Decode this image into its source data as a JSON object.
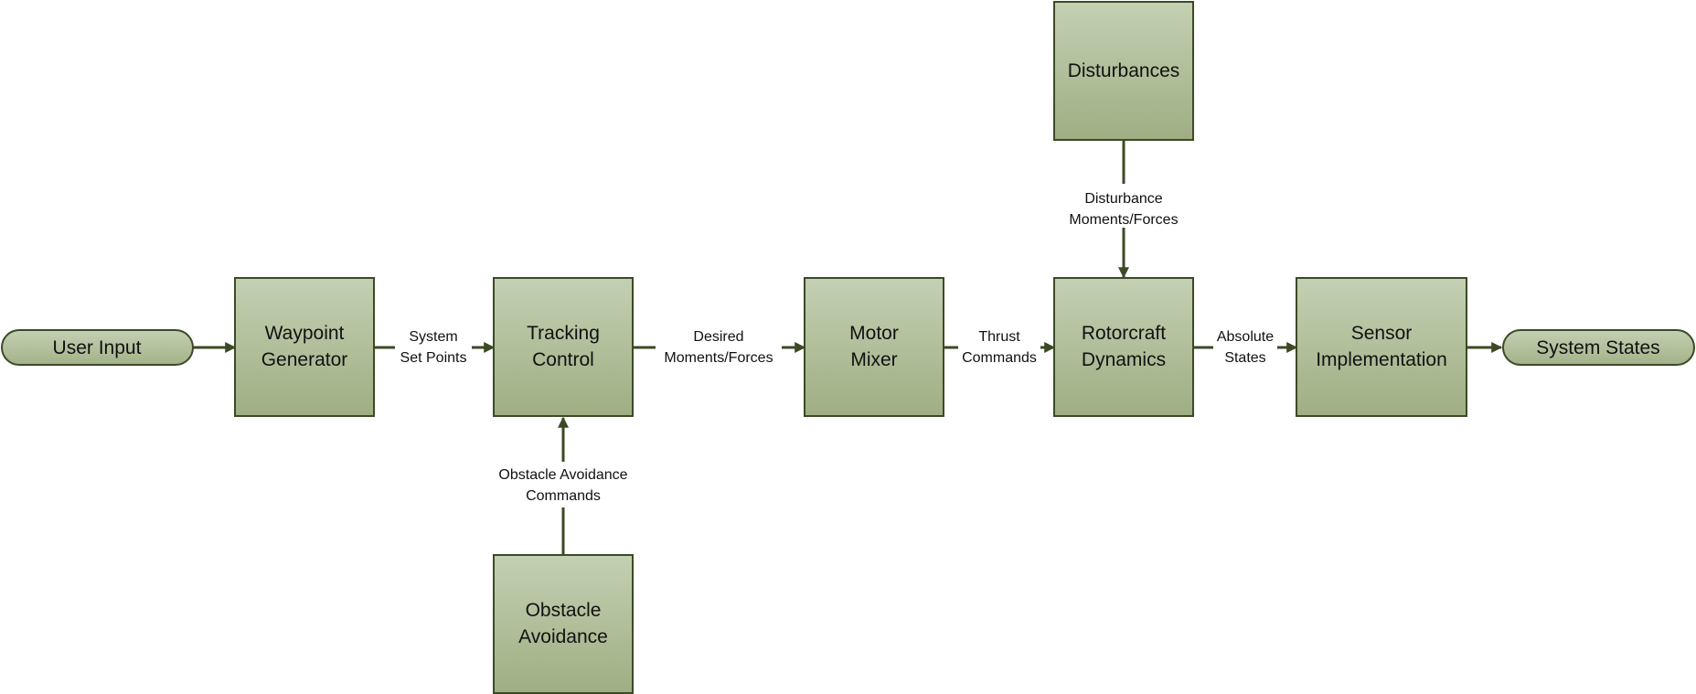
{
  "diagram": {
    "nodes": {
      "user_input": {
        "line1": "User Input",
        "line2": ""
      },
      "waypoint_generator": {
        "line1": "Waypoint",
        "line2": "Generator"
      },
      "tracking_control": {
        "line1": "Tracking",
        "line2": "Control"
      },
      "motor_mixer": {
        "line1": "Motor",
        "line2": "Mixer"
      },
      "rotorcraft_dynamics": {
        "line1": "Rotorcraft",
        "line2": "Dynamics"
      },
      "sensor_implementation": {
        "line1": "Sensor",
        "line2": "Implementation"
      },
      "system_states": {
        "line1": "System States",
        "line2": ""
      },
      "disturbances": {
        "line1": "Disturbances",
        "line2": ""
      },
      "obstacle_avoidance": {
        "line1": "Obstacle",
        "line2": "Avoidance"
      }
    },
    "edges": {
      "user_input_to_waypoint": {
        "line1": "",
        "line2": ""
      },
      "waypoint_to_tracking": {
        "line1": "System",
        "line2": "Set Points"
      },
      "tracking_to_mixer": {
        "line1": "Desired",
        "line2": "Moments/Forces"
      },
      "mixer_to_dynamics": {
        "line1": "Thrust",
        "line2": "Commands"
      },
      "dynamics_to_sensor": {
        "line1": "Absolute",
        "line2": "States"
      },
      "sensor_to_states": {
        "line1": "",
        "line2": ""
      },
      "disturbances_to_dynamics": {
        "line1": "Disturbance",
        "line2": "Moments/Forces"
      },
      "obstacle_to_tracking": {
        "line1": "Obstacle Avoidance",
        "line2": "Commands"
      }
    }
  }
}
